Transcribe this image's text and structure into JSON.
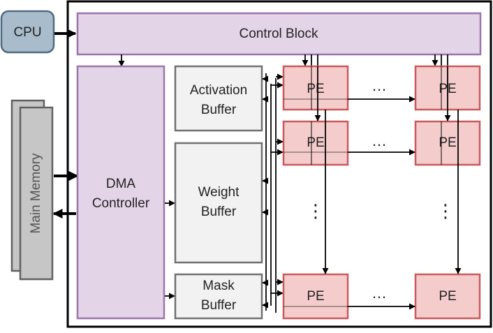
{
  "colors": {
    "cpu_fill": "#a9bccc",
    "cpu_stroke": "#4f6b80",
    "control_fill": "#e4d4e8",
    "control_stroke": "#9b74ad",
    "buffer_fill": "#f2f2f2",
    "buffer_stroke": "#707070",
    "pe_fill": "#f5cccc",
    "pe_stroke": "#c9595b",
    "memory_fill": "#c6c6c6",
    "memory_stroke": "#616161",
    "frame_stroke": "#000000",
    "arrow": "#000000"
  },
  "labels": {
    "cpu": "CPU",
    "control_block": "Control Block",
    "main_memory": "Main Memory",
    "dma_line1": "DMA",
    "dma_line2": "Controller",
    "activation_line1": "Activation",
    "activation_line2": "Buffer",
    "weight_line1": "Weight",
    "weight_line2": "Buffer",
    "mask_line1": "Mask",
    "mask_line2": "Buffer",
    "pe": "PE",
    "h_ellipsis": "…",
    "v_ellipsis": "⋮"
  }
}
